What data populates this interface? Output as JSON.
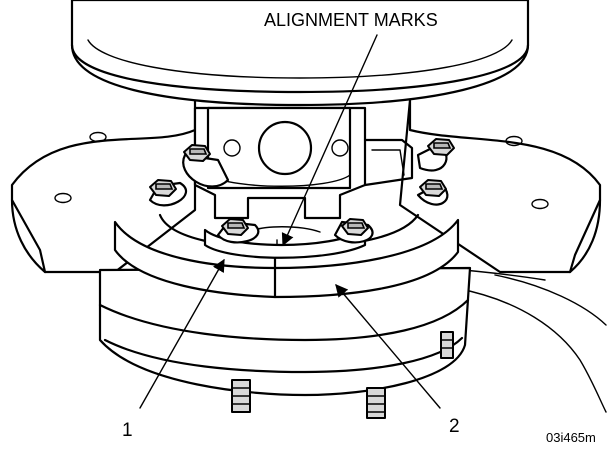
{
  "labels": {
    "alignment_marks": "ALIGNMENT MARKS",
    "callout_1": "1",
    "callout_2": "2",
    "figure_code": "03i465m"
  }
}
